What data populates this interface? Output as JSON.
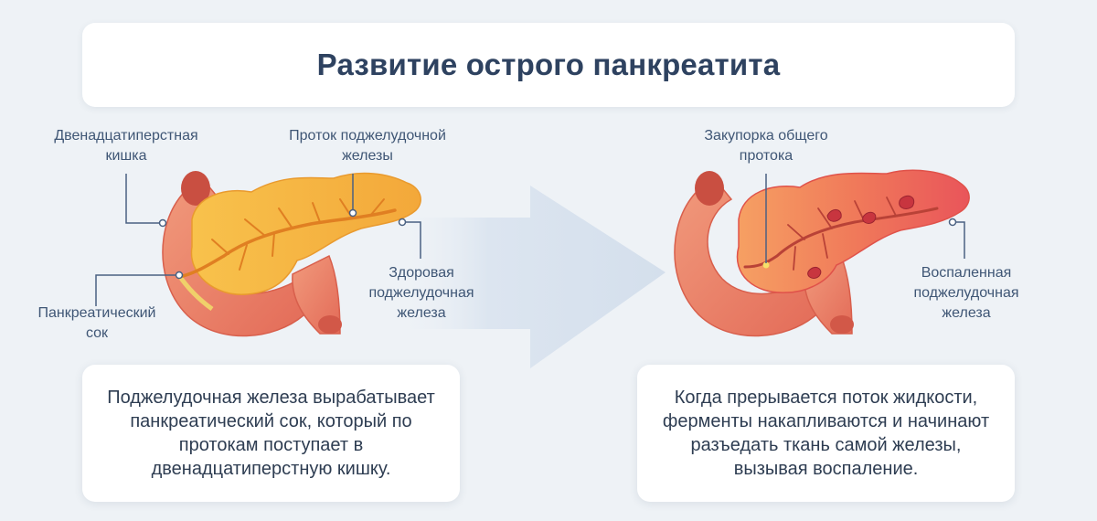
{
  "title": "Развитие острого панкреатита",
  "left_panel": {
    "label_duodenum": "Двенадцатиперстная\nкишка",
    "label_duct": "Проток поджелудочной\nжелезы",
    "label_healthy": "Здоровая\nподжелудочная\nжелеза",
    "label_juice": "Панкреатический\nсок",
    "description": "Поджелудочная железа вырабатывает панкреатический сок, который по протокам поступает в двенадцатиперстную кишку."
  },
  "right_panel": {
    "label_blockage": "Закупорка общего\nпротока",
    "label_inflamed": "Воспаленная\nподжелудочная\nжелеза",
    "description": "Когда прерывается поток жидкости, ферменты накапливаются и начинают разъедать ткань самой железы, вызывая воспаление."
  },
  "colors": {
    "title": "#2e4260",
    "label": "#3f5675",
    "arrow": "#d9e3ef",
    "healthy_gland": "#f5b845",
    "inflamed_gland": "#f07158",
    "intestine": "#ef8068",
    "leader_line": "#4a6182"
  }
}
